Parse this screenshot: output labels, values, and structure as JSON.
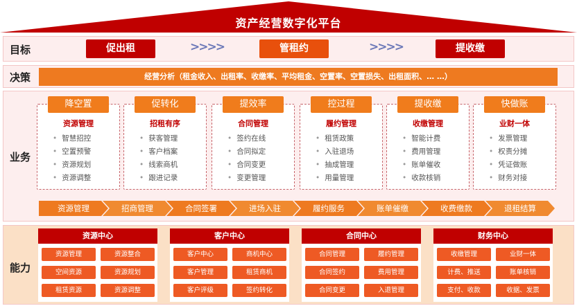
{
  "platform_title": "资产经营数字化平台",
  "rows": {
    "goal": "目标",
    "decision": "决策",
    "business": "业务",
    "capability": "能力"
  },
  "goals": [
    "促出租",
    "管租约",
    "提收缴"
  ],
  "chevron": ">>>>",
  "decision_text": "经营分析（租金收入、出租率、收缴率、平均租金、空置率、空置损失、出租面积、… …）",
  "business_cards": [
    {
      "head": "降空置",
      "title": "资源管理",
      "items": [
        "智慧招控",
        "空置预警",
        "资源规划",
        "资源调整"
      ]
    },
    {
      "head": "促转化",
      "title": "招租有序",
      "items": [
        "获客管理",
        "客户档案",
        "线索商机",
        "跟进记录"
      ]
    },
    {
      "head": "提效率",
      "title": "合同管理",
      "items": [
        "签约在线",
        "合同拟定",
        "合同变更",
        "变更管理"
      ]
    },
    {
      "head": "控过程",
      "title": "履约管理",
      "items": [
        "租赁政策",
        "入驻退场",
        "抽成管理",
        "用量管理"
      ]
    },
    {
      "head": "提收缴",
      "title": "收缴管理",
      "items": [
        "智能计费",
        "费用管理",
        "账单催收",
        "收款核销"
      ]
    },
    {
      "head": "快做账",
      "title": "业财一体",
      "items": [
        "发票管理",
        "权责分摊",
        "凭证做账",
        "财务对接"
      ]
    }
  ],
  "flow_steps": [
    "资源管理",
    "招商管理",
    "合同签署",
    "进场入驻",
    "履约服务",
    "账单催缴",
    "收费缴款",
    "退租结算"
  ],
  "capability_groups": [
    {
      "title": "资源中心",
      "cells": [
        "资源管理",
        "资源整合",
        "空间资源",
        "资源规划",
        "租赁资源",
        "资源调整"
      ]
    },
    {
      "title": "客户中心",
      "cells": [
        "客户中心",
        "商机中心",
        "客户管理",
        "租赁商机",
        "客户评级",
        "签约转化"
      ]
    },
    {
      "title": "合同中心",
      "cells": [
        "合同管理",
        "履约管理",
        "合同签约",
        "费用管理",
        "合同变更",
        "入退管理"
      ]
    },
    {
      "title": "财务中心",
      "cells": [
        "收缴管理",
        "业财一体",
        "计费、推送",
        "账单核销",
        "支付、收款",
        "收据、发票"
      ]
    }
  ],
  "colors": {
    "dark_red": "#c00000",
    "orange": "#ee7a20",
    "band_pink": "#fdeeee",
    "band_peach": "#fbe0c6"
  }
}
